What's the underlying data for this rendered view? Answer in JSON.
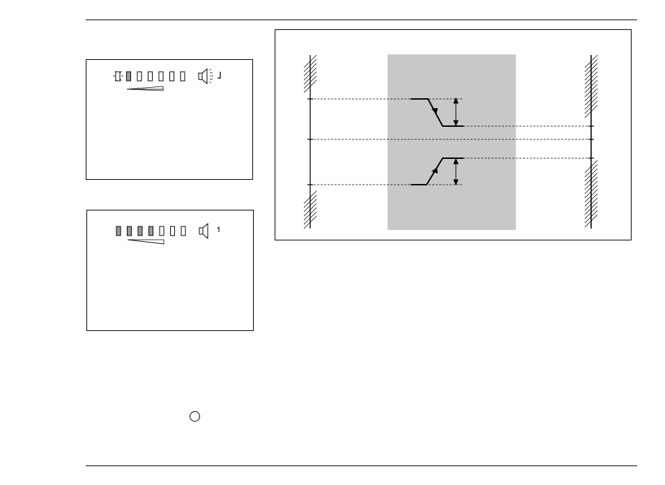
{
  "page": {
    "rules": [
      "top-rule",
      "bottom-rule"
    ]
  },
  "level_display_1": {
    "segments_total": 7,
    "segments_filled": 2,
    "first_segment_blinking": true,
    "speaker_icon": "speaker-sounding-icon",
    "indicator_icon": "note-hook-icon"
  },
  "level_display_2": {
    "segments_total": 7,
    "segments_filled": 4,
    "first_segment_blinking": false,
    "speaker_icon": "speaker-icon",
    "indicator_icon": "hook-icon"
  },
  "diagram": {
    "shaded_region_color": "#c8c8c8",
    "line_color": "#000000"
  },
  "footer": {
    "marker_icon": "circle-icon"
  }
}
